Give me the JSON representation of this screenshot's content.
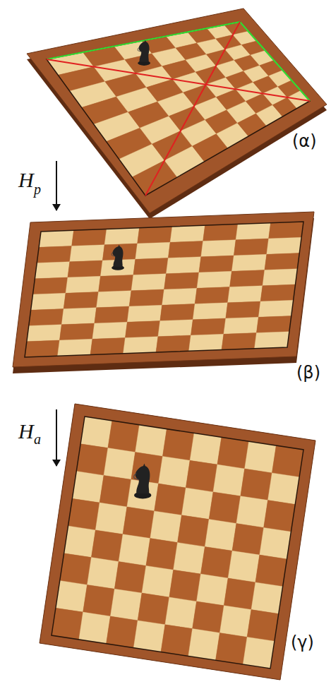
{
  "diagram": {
    "labels": [
      "(α)",
      "H",
      "p",
      "(β)",
      "H",
      "a",
      "(γ)"
    ]
  }
}
